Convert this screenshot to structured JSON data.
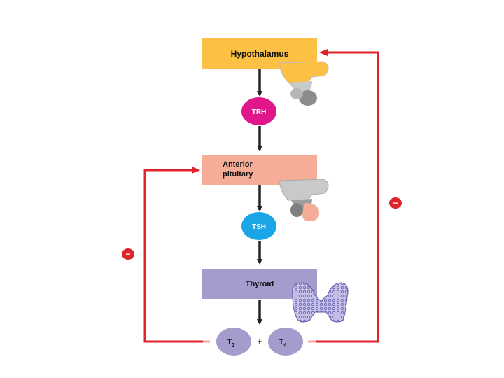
{
  "boxes": {
    "hypothalamus": "Hypothalamus",
    "pituitary_line1": "Anterior",
    "pituitary_line2": "pituitary",
    "thyroid": "Thyroid"
  },
  "hormones": {
    "trh": "TRH",
    "tsh": "TSH",
    "t3_base": "T",
    "t3_sub": "3",
    "plus": "+",
    "t4_base": "T",
    "t4_sub": "4"
  },
  "feedback": {
    "left_sign": "−",
    "right_sign": "−"
  },
  "colors": {
    "hypothalamus_box": "#fcc144",
    "pituitary_box": "#f5ad98",
    "thyroid_box": "#a59ccd",
    "trh_circle": "#e0178a",
    "tsh_circle": "#1aa5e6",
    "t_circle": "#a59ccd",
    "feedback_line": "#e0232b",
    "arrow": "#222222"
  },
  "icons": [
    "hypothalamus-gland-icon",
    "pituitary-gland-icon",
    "thyroid-gland-icon"
  ]
}
